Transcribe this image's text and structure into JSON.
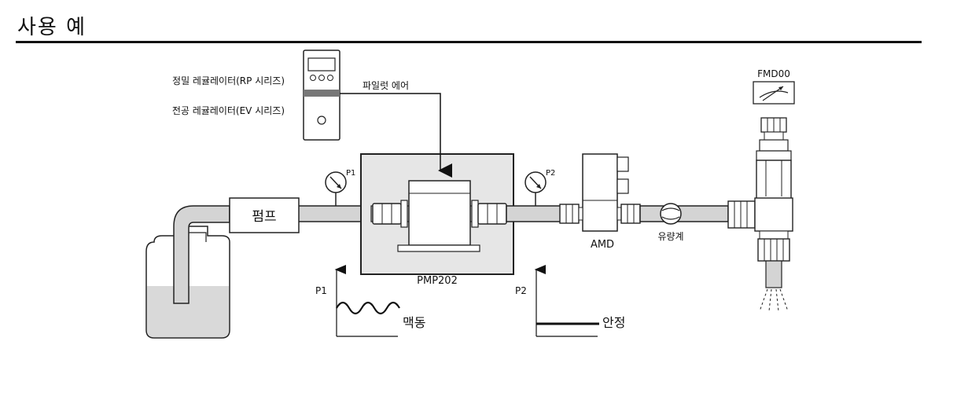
{
  "title": "사용 예",
  "labels": {
    "rp_regulator": "정밀 레귤레이터(RP 시리즈)",
    "ev_regulator": "전공 레귤레이터(EV 시리즈)",
    "pilot_air": "파일럿 에어",
    "pump": "펌프",
    "p1": "P1",
    "p2": "P2",
    "pmp": "PMP202",
    "amd": "AMD",
    "flowmeter": "유량계",
    "fmd": "FMD00",
    "graph_p1": "P1",
    "graph_p2": "P2",
    "pulsation": "맥동",
    "stable": "안정"
  },
  "colors": {
    "pipe": "#d4d4d4",
    "pipe_stroke": "#222222",
    "box_fill": "#e6e6e6",
    "liquid": "#d9d9d9",
    "ink": "#111111"
  }
}
